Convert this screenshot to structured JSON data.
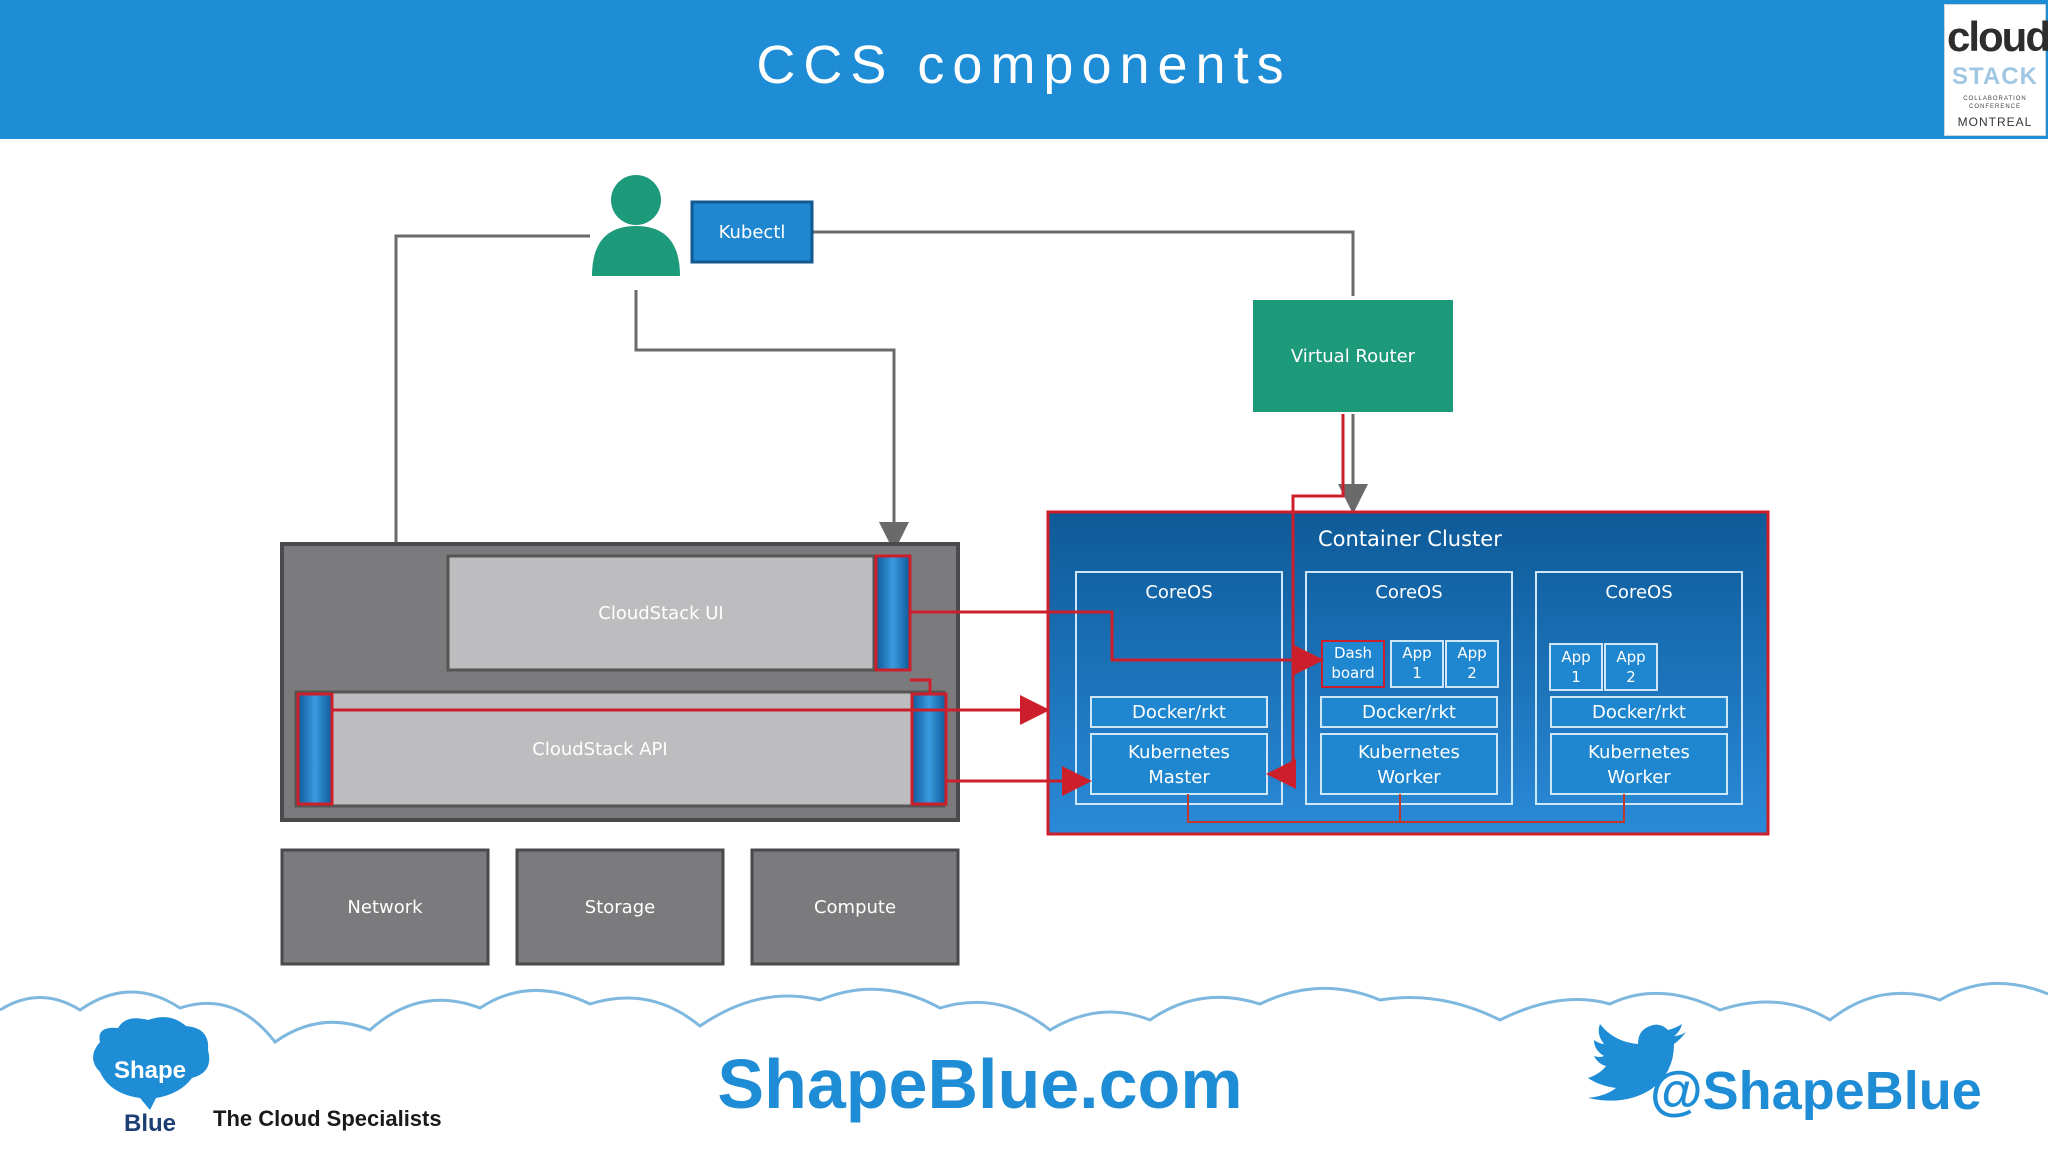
{
  "slide": {
    "title": "CCS components"
  },
  "logo": {
    "word1": "cloud",
    "word2": "STACK",
    "sub": "COLLABORATION CONFERENCE",
    "city": "MONTREAL"
  },
  "diagram": {
    "kubectl": "Kubectl",
    "virtual_router": "Virtual Router",
    "cloudstack_ui": "CloudStack UI",
    "cloudstack_api": "CloudStack API",
    "network": "Network",
    "storage": "Storage",
    "compute": "Compute",
    "container_cluster": "Container Cluster",
    "nodes": [
      {
        "os": "CoreOS",
        "runtime": "Docker/rkt",
        "role_line1": "Kubernetes",
        "role_line2": "Master"
      },
      {
        "os": "CoreOS",
        "runtime": "Docker/rkt",
        "role_line1": "Kubernetes",
        "role_line2": "Worker",
        "apps": [
          {
            "l1": "Dash",
            "l2": "board"
          },
          {
            "l1": "App",
            "l2": "1"
          },
          {
            "l1": "App",
            "l2": "2"
          }
        ]
      },
      {
        "os": "CoreOS",
        "runtime": "Docker/rkt",
        "role_line1": "Kubernetes",
        "role_line2": "Worker",
        "apps": [
          {
            "l1": "App",
            "l2": "1"
          },
          {
            "l1": "App",
            "l2": "2"
          }
        ]
      }
    ]
  },
  "footer": {
    "brand_top": "Shape",
    "brand_bottom": "Blue",
    "tagline": "The Cloud Specialists",
    "url": "ShapeBlue.com",
    "handle": "@ShapeBlue"
  },
  "colors": {
    "header": "#1f8dd6",
    "router": "#1c9a7a",
    "user": "#1c9a7a",
    "cluster": "#1a6fb0",
    "red": "#cc1f2b",
    "gray_box": "#7b7b7d",
    "light_gray": "#bdbdbf"
  }
}
